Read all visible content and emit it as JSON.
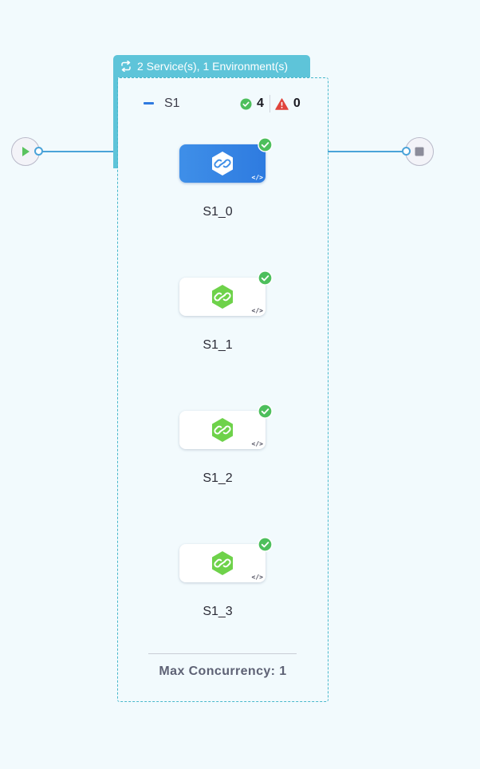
{
  "group": {
    "header_label": "2 Service(s), 1 Environment(s)",
    "stage_name": "S1",
    "success_count": "4",
    "failed_count": "0",
    "max_concurrency_label": "Max Concurrency: 1"
  },
  "steps": [
    {
      "name": "S1_0",
      "status": "success",
      "selected": true
    },
    {
      "name": "S1_1",
      "status": "success",
      "selected": false
    },
    {
      "name": "S1_2",
      "status": "success",
      "selected": false
    },
    {
      "name": "S1_3",
      "status": "success",
      "selected": false
    }
  ],
  "colors": {
    "background": "#f2fafd",
    "connector": "#4aa3d9",
    "group_accent": "#5ec4d9",
    "selected_step": "#2e7be0",
    "success": "#4dbf5c",
    "warning": "#e0443c"
  },
  "icons": {
    "header": "repeat-loop-icon",
    "start": "play-icon",
    "end": "stop-icon",
    "step": "deploy-link-icon",
    "success": "check-circle-icon",
    "failed": "warning-triangle-icon",
    "code": "code-icon"
  }
}
